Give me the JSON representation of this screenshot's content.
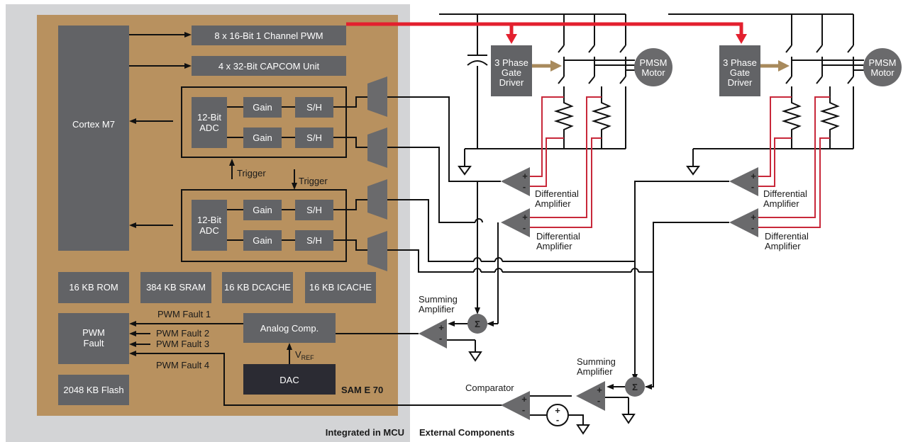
{
  "diagram": {
    "mcu": {
      "name": "SAM E 70",
      "region_label": "Integrated in MCU",
      "cpu": "Cortex M7",
      "pwm": "8 x 16-Bit 1 Channel PWM",
      "capcom": "4 x 32-Bit CAPCOM Unit",
      "adc_groups": [
        {
          "adc": [
            "12-Bit",
            "ADC"
          ],
          "gain": [
            "Gain",
            "Gain"
          ],
          "sh": [
            "S/H",
            "S/H"
          ]
        },
        {
          "adc": [
            "12-Bit",
            "ADC"
          ],
          "gain": [
            "Gain",
            "Gain"
          ],
          "sh": [
            "S/H",
            "S/H"
          ]
        }
      ],
      "trigger_up": "Trigger",
      "trigger_down": "Trigger",
      "memory": [
        "16 KB ROM",
        "384 KB SRAM",
        "16 KB DCACHE",
        "16 KB ICACHE"
      ],
      "pwm_fault": [
        "PWM",
        "Fault"
      ],
      "fault_signals": [
        "PWM Fault 1",
        "PWM Fault 2",
        "PWM Fault 3",
        "PWM Fault 4"
      ],
      "analog_comp": "Analog Comp.",
      "vref": {
        "main": "V",
        "sub": "REF"
      },
      "dac": "DAC",
      "flash": "2048 KB Flash"
    },
    "external": {
      "region_label": "External Components",
      "gate_drivers": [
        [
          "3 Phase",
          "Gate",
          "Driver"
        ],
        [
          "3 Phase",
          "Gate",
          "Driver"
        ]
      ],
      "motors": [
        [
          "PMSM",
          "Motor"
        ],
        [
          "PMSM",
          "Motor"
        ]
      ],
      "diff_amp_label": [
        "Differential",
        "Amplifier"
      ],
      "summing_amp_label": [
        "Summing",
        "Amplifier"
      ],
      "comparator_label": "Comparator",
      "sigma_symbol": "Σ",
      "plus": "+",
      "minus": "-"
    },
    "colors": {
      "mcu_panel": "#d3d4d6",
      "mcu_body": "#b8915f",
      "block": "#626366",
      "dac": "#2b2b33",
      "pwm_bus": "#e3202e",
      "sense_wire": "#c8283a",
      "gate_arrow": "#a88a5c"
    }
  }
}
